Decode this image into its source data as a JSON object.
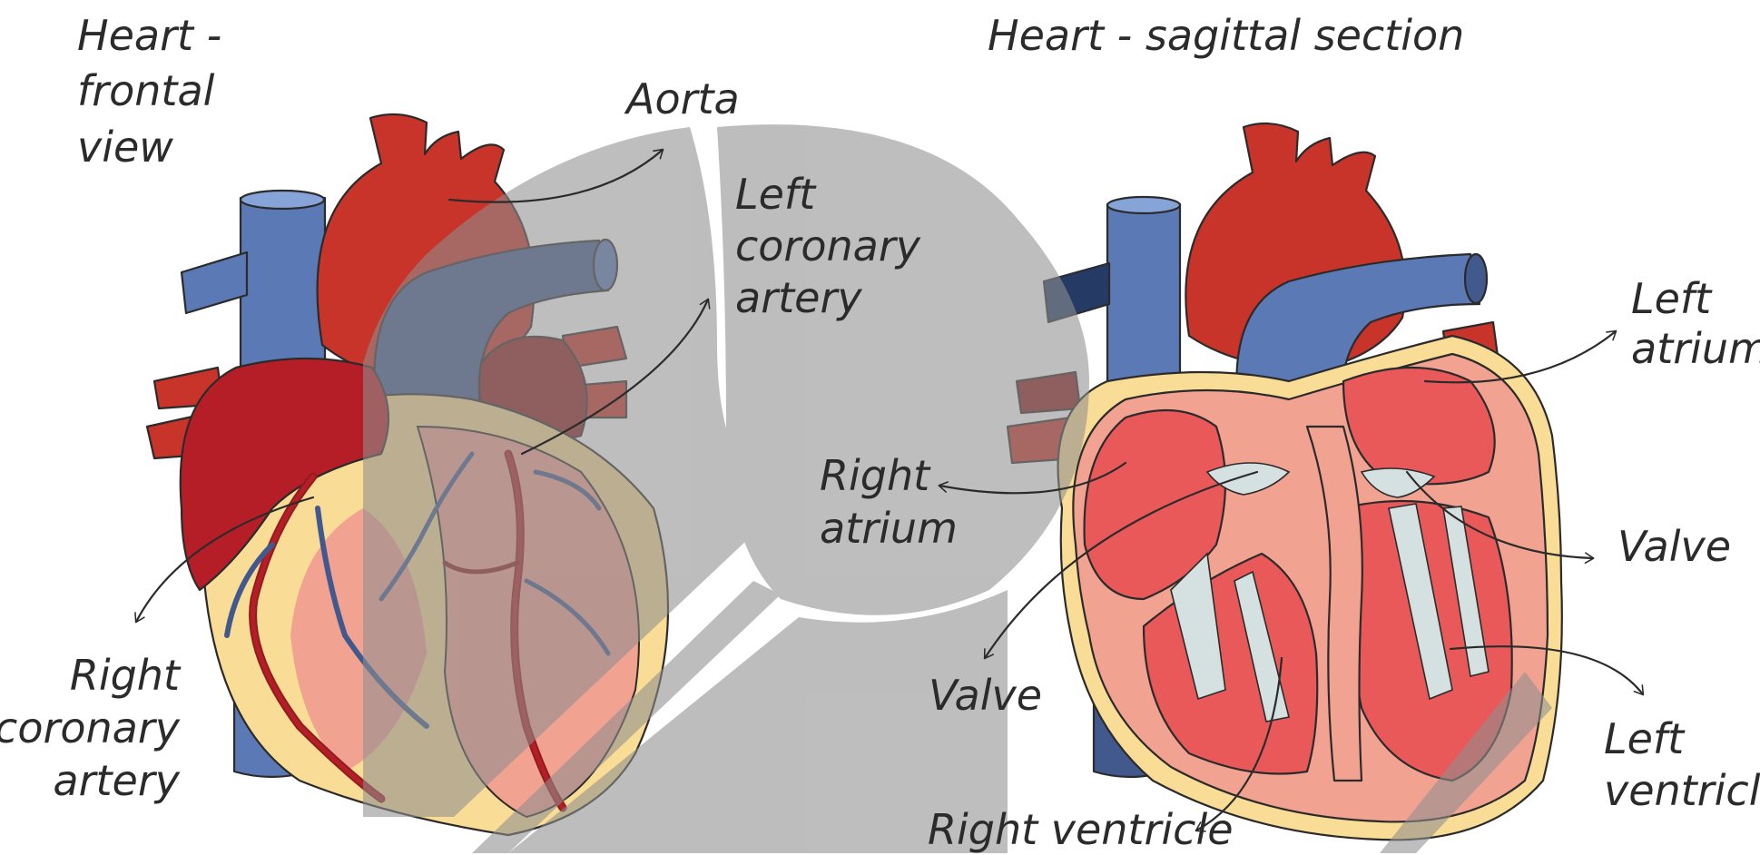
{
  "titles": {
    "frontal_line1": "Heart -",
    "frontal_line2": "frontal",
    "frontal_line3": "view",
    "sagittal": "Heart - sagittal section"
  },
  "labels": {
    "aorta": "Aorta",
    "left_coronary_1": "Left",
    "left_coronary_2": "coronary",
    "left_coronary_3": "artery",
    "right_coronary_1": "Right",
    "right_coronary_2": "coronary",
    "right_coronary_3": "artery",
    "right_atrium_1": "Right",
    "right_atrium_2": "atrium",
    "left_atrium_1": "Left",
    "left_atrium_2": "atrium",
    "valve_right": "Valve",
    "valve_left": "Valve",
    "left_ventricle_1": "Left",
    "left_ventricle_2": "ventricle",
    "right_ventricle": "Right ventricle"
  },
  "colors": {
    "artery_red": "#c8342a",
    "dark_red": "#8f1c1e",
    "vein_blue": "#5b79b5",
    "fat_yellow": "#f9dc95",
    "muscle_pink": "#f2a291",
    "chamber_pink": "#e95959",
    "valve_grey": "#d5e0e0",
    "watermark_grey": "#9e9e9e"
  }
}
